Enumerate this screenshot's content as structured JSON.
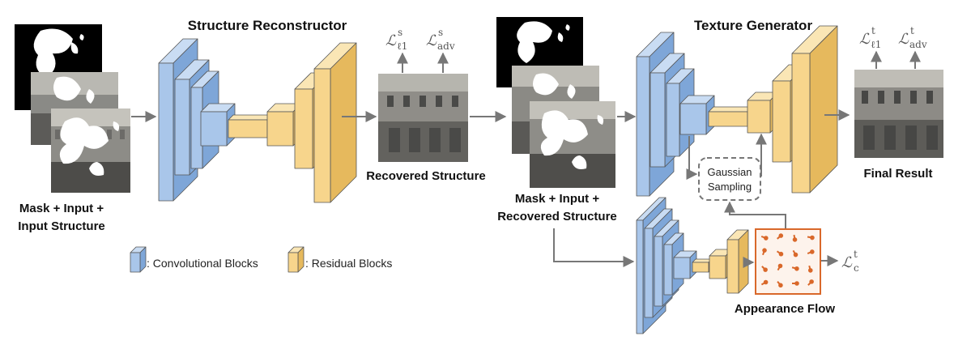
{
  "titles": {
    "structure_reconstructor": "Structure Reconstructor",
    "texture_generator": "Texture Generator"
  },
  "labels": {
    "input_line1": "Mask + Input +",
    "input_line2": "Input Structure",
    "recovered_structure": "Recovered Structure",
    "input2_line1": "Mask + Input +",
    "input2_line2": "Recovered Structure",
    "final_result": "Final Result",
    "gaussian_line1": "Gaussian",
    "gaussian_line2": "Sampling",
    "appearance_flow": "Appearance Flow"
  },
  "losses": {
    "rec_l1": {
      "base": "ℒ",
      "sup": "s",
      "sub": "ℓ1"
    },
    "rec_adv": {
      "base": "ℒ",
      "sup": "s",
      "sub": "adv"
    },
    "tex_l1": {
      "base": "ℒ",
      "sup": "t",
      "sub": "ℓ1"
    },
    "tex_adv": {
      "base": "ℒ",
      "sup": "t",
      "sub": "adv"
    },
    "flow_c": {
      "base": "ℒ",
      "sup": "t",
      "sub": "c"
    }
  },
  "legend": {
    "conv": ": Convolutional Blocks",
    "res": ": Residual Blocks"
  },
  "colors": {
    "conv_front": "#a9c6ea",
    "conv_side": "#7ea6d8",
    "conv_top": "#c9dcf3",
    "res_front": "#f7d58c",
    "res_side": "#e6b95d",
    "res_top": "#fae6b5",
    "edge": "#555555",
    "arrow": "#777777",
    "flow": "#d9682a"
  }
}
